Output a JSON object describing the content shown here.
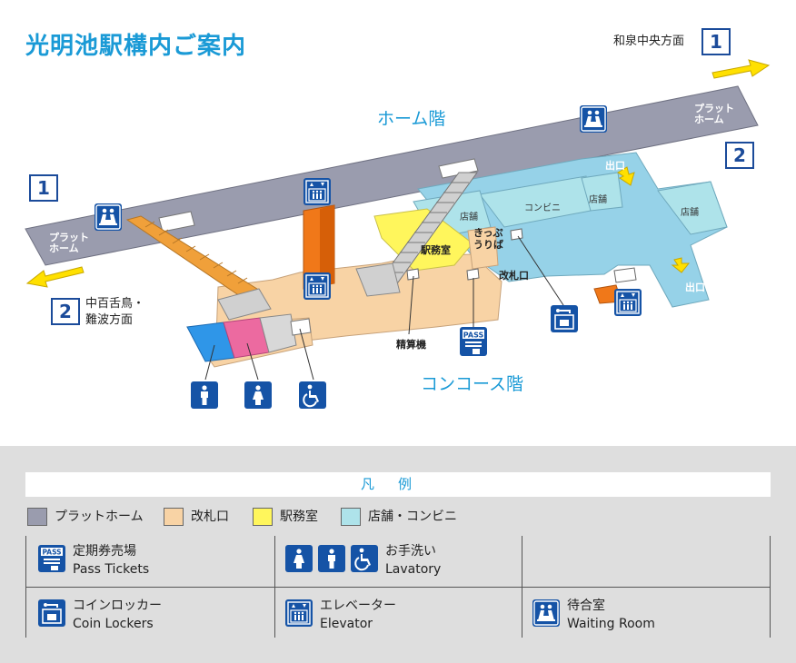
{
  "title": "光明池駅構内ご案内",
  "floors": {
    "home": "ホーム階",
    "concourse": "コンコース階"
  },
  "directions": {
    "izumi": {
      "text": "和泉中央方面",
      "num": "1"
    },
    "namba": {
      "line1": "中百舌鳥・",
      "line2": "難波方面",
      "num": "2"
    }
  },
  "platform_nums": {
    "left": "1",
    "right": "2"
  },
  "platform_labels": {
    "line1": "プラット",
    "line2": "ホーム"
  },
  "areas": {
    "shop1": "店舗",
    "shop2": "店舗",
    "shop3": "店舗",
    "convenience": "コンビニ",
    "kippu_line1": "きっぷ",
    "kippu_line2": "うりば",
    "station_office": "駅務室",
    "gate": "改札口",
    "exit_top": "出口",
    "exit_bottom": "出口",
    "fare_adjust": "精算機"
  },
  "legend": {
    "heading": "凡例",
    "swatches": [
      {
        "label": "プラットホーム",
        "color": "#9a9cae"
      },
      {
        "label": "改札口",
        "color": "#f8d3a5"
      },
      {
        "label": "駅務室",
        "color": "#fff65c"
      },
      {
        "label": "店舗・コンビニ",
        "color": "#aee3ea"
      }
    ],
    "items": {
      "pass": {
        "jp": "定期券売場",
        "en": "Pass Tickets"
      },
      "lavatory": {
        "jp": "お手洗い",
        "en": "Lavatory"
      },
      "locker": {
        "jp": "コインロッカー",
        "en": "Coin Lockers"
      },
      "elevator": {
        "jp": "エレベーター",
        "en": "Elevator"
      },
      "waiting": {
        "jp": "待合室",
        "en": "Waiting Room"
      }
    }
  },
  "icon_names": [
    "waiting-room-icon",
    "elevator-icon",
    "men-icon",
    "women-icon",
    "wheelchair-icon",
    "coin-locker-icon",
    "pass-ticket-icon"
  ],
  "colors": {
    "accent": "#1a9ad6",
    "icon_blue": "#1553a6",
    "platform": "#9a9cae",
    "concourse": "#f8d3a5",
    "office": "#fff65c",
    "shop_light": "#aee3ea",
    "shop_blue": "#96d2e8",
    "men": "#2f96e8",
    "women": "#ec6aa0",
    "escalator": "#f0a03a",
    "elevator_shaft": "#f07819",
    "arrow": "#ffe000"
  }
}
